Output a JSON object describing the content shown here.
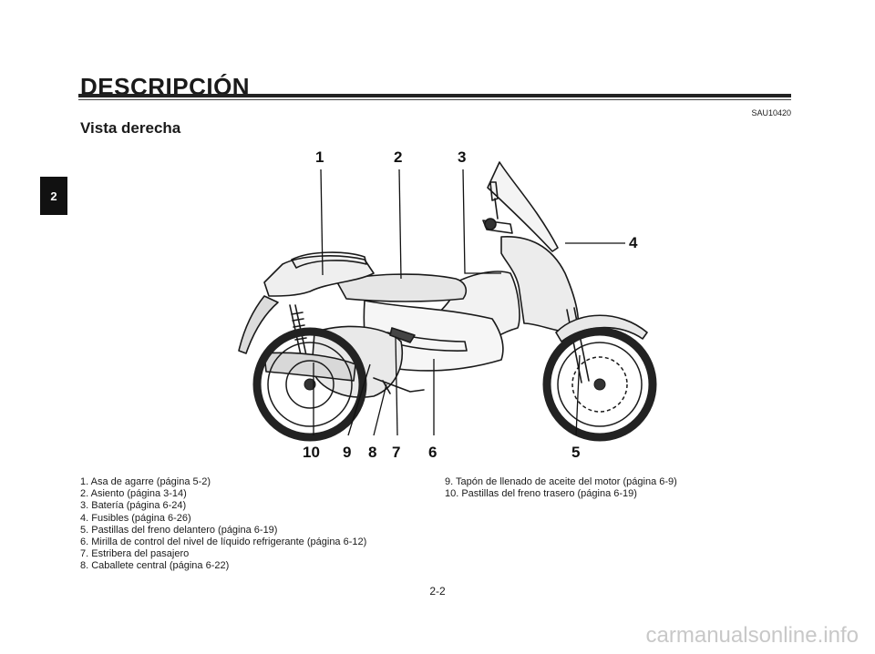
{
  "section_title": "DESCRIPCIÓN",
  "doc_code": "SAU10420",
  "subtitle": "Vista derecha",
  "chapter_tab": "2",
  "callouts": [
    "1",
    "2",
    "3",
    "4",
    "5",
    "6",
    "7",
    "8",
    "9",
    "10"
  ],
  "legend_left": [
    "1. Asa de agarre (página 5-2)",
    "2. Asiento (página 3-14)",
    "3. Batería (página 6-24)",
    "4. Fusibles (página 6-26)",
    "5. Pastillas del freno delantero (página 6-19)",
    "6. Mirilla de control del nivel de líquido refrigerante (página 6-12)",
    "7. Estribera del pasajero",
    "8. Caballete central (página 6-22)"
  ],
  "legend_right": [
    "9. Tapón de llenado de aceite del motor (página 6-9)",
    "10. Pastillas del freno trasero (página 6-19)"
  ],
  "page_number": "2-2",
  "watermark": "carmanualsonline.info"
}
